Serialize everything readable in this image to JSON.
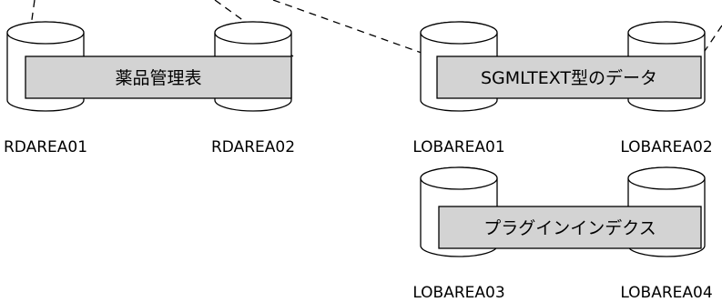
{
  "areas": {
    "rdarea01": "RDAREA01",
    "rdarea02": "RDAREA02",
    "lobarea01": "LOBAREA01",
    "lobarea02": "LOBAREA02",
    "lobarea03": "LOBAREA03",
    "lobarea04": "LOBAREA04"
  },
  "bars": {
    "table": "薬品管理表",
    "sgml": "SGMLTEXT型のデータ",
    "plugin_index": "プラグインインデクス"
  },
  "colors": {
    "bar_fill": "#d3d3d3",
    "line": "#000000",
    "background": "#ffffff"
  }
}
